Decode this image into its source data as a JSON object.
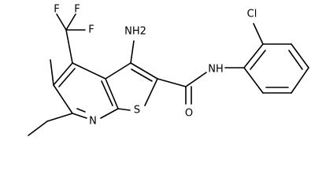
{
  "atom_labels": {
    "f_top_left": "F",
    "f_top_right": "F",
    "f_side": "F",
    "nh2": "NH2",
    "nh_amide": "NH",
    "chlorine": "Cl",
    "ring_nitrogen": "N",
    "ring_sulfur": "S",
    "carbonyl_oxygen": "O"
  }
}
